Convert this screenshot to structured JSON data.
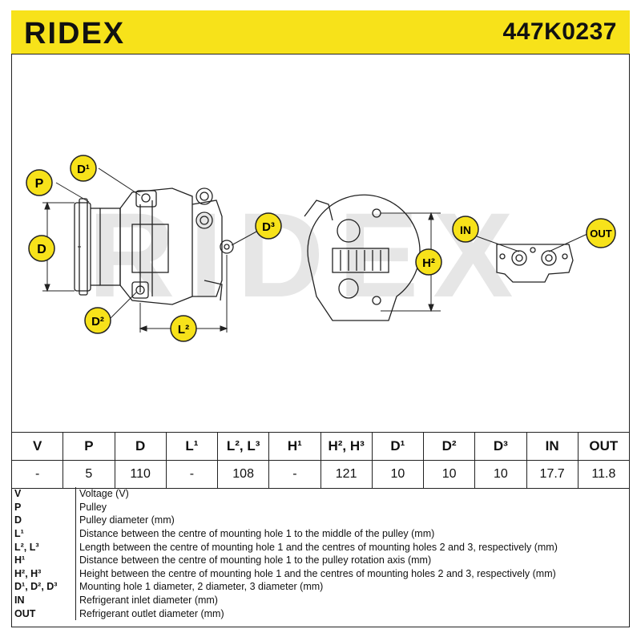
{
  "header": {
    "brand": "RIDEX",
    "part_number": "447K0237"
  },
  "callouts": {
    "p": "P",
    "d": "D",
    "d1": "D¹",
    "d2": "D²",
    "d3": "D³",
    "l2": "L²",
    "h2": "H²",
    "in": "IN",
    "out": "OUT"
  },
  "watermark": "RIDEX",
  "spec_table": {
    "headers": [
      "V",
      "P",
      "D",
      "L¹",
      "L², L³",
      "H¹",
      "H², H³",
      "D¹",
      "D²",
      "D³",
      "IN",
      "OUT"
    ],
    "values": [
      "-",
      "5",
      "110",
      "-",
      "108",
      "-",
      "121",
      "10",
      "10",
      "10",
      "17.7",
      "11.8"
    ]
  },
  "legend": [
    {
      "key": "V",
      "desc": "Voltage (V)"
    },
    {
      "key": "P",
      "desc": "Pulley"
    },
    {
      "key": "D",
      "desc": "Pulley diameter (mm)"
    },
    {
      "key": "L¹",
      "desc": "Distance between the centre of mounting hole 1 to the middle of the pulley (mm)"
    },
    {
      "key": "L², L³",
      "desc": "Length between the centre of mounting hole 1 and the centres of mounting holes 2 and 3, respectively (mm)"
    },
    {
      "key": "H¹",
      "desc": "Distance between the centre of mounting hole 1 to the pulley rotation axis (mm)"
    },
    {
      "key": "H², H³",
      "desc": "Height between the centre of mounting hole 1 and the centres of mounting holes 2 and 3, respectively (mm)"
    },
    {
      "key": "D¹, D², D³",
      "desc": "Mounting hole 1 diameter, 2 diameter, 3 diameter (mm)"
    },
    {
      "key": "IN",
      "desc": "Refrigerant inlet diameter (mm)"
    },
    {
      "key": "OUT",
      "desc": "Refrigerant outlet diameter (mm)"
    }
  ],
  "colors": {
    "accent": "#f7e21a",
    "line": "#222222",
    "watermark": "#e6e6e6"
  }
}
